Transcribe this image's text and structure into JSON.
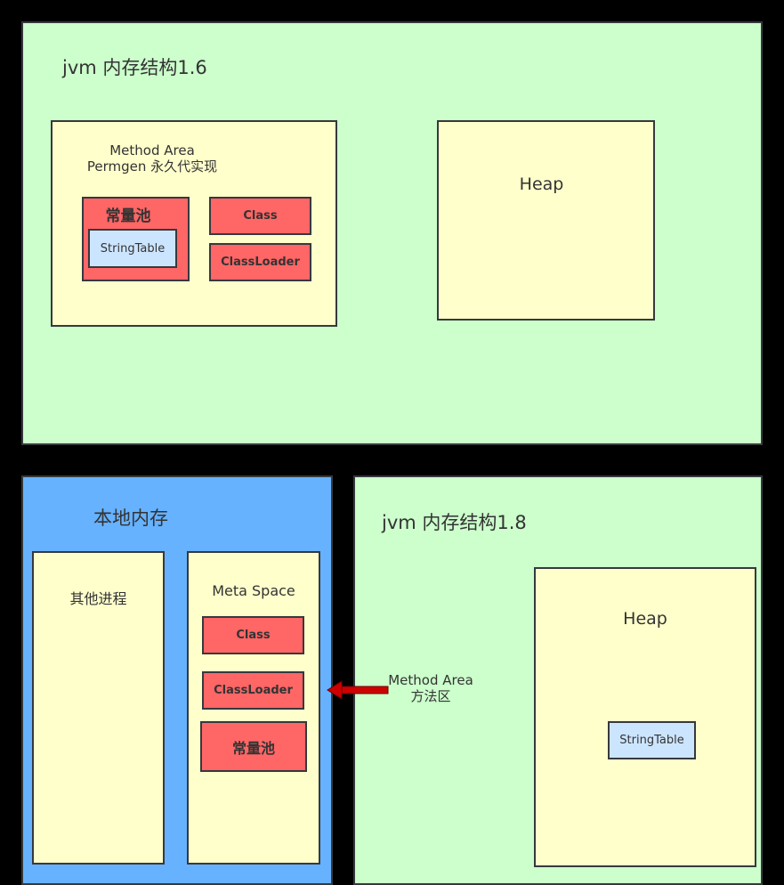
{
  "jvm16": {
    "title": "jvm 内存结构1.6",
    "method_area_line1": "Method Area",
    "method_area_line2": "Permgen 永久代实现",
    "constant_pool": "常量池",
    "string_table": "StringTable",
    "class": "Class",
    "class_loader": "ClassLoader",
    "heap": "Heap"
  },
  "native_memory": {
    "title": "本地内存",
    "other_process": "其他进程",
    "meta_space": "Meta Space",
    "class": "Class",
    "class_loader": "ClassLoader",
    "constant_pool": "常量池"
  },
  "jvm18": {
    "title": "jvm 内存结构1.8",
    "method_area_line1": "Method Area",
    "method_area_line2": "方法区",
    "heap": "Heap",
    "string_table": "StringTable"
  },
  "colors": {
    "background": "#000000",
    "region_green": "#ccffcc",
    "native_blue": "#66b2ff",
    "area_yellow": "#ffffcc",
    "item_red": "#ff6666",
    "string_table_blue": "#cce5ff",
    "arrow_red": "#cc0000"
  }
}
